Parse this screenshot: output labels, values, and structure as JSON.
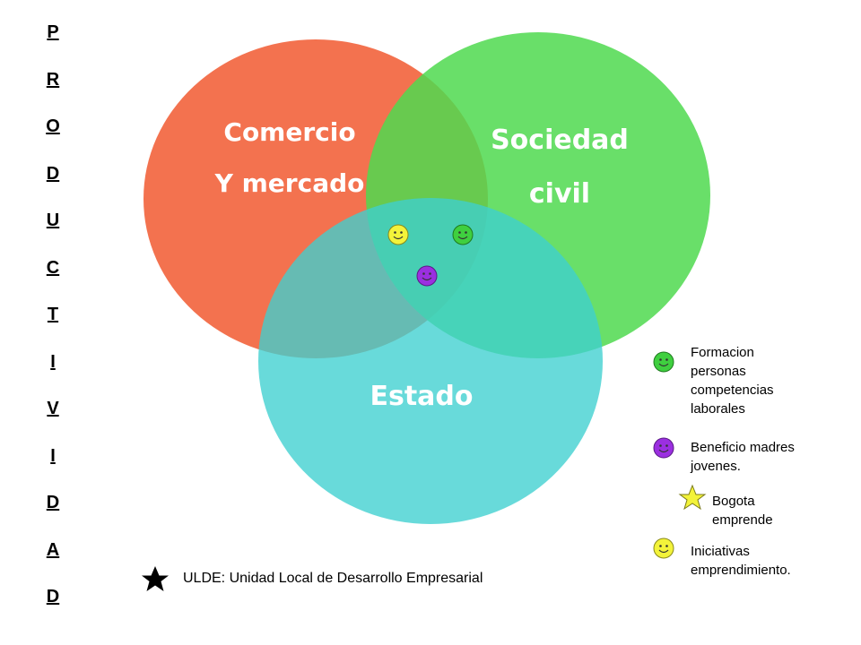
{
  "vertical_title": [
    "P",
    "R",
    "O",
    "D",
    "U",
    "C",
    "T",
    "I",
    "V",
    "I",
    "D",
    "A",
    "D"
  ],
  "circles": {
    "commerce": {
      "line1": "Comercio",
      "line2": "Y mercado",
      "color": "#f26640"
    },
    "society": {
      "line1": "Sociedad",
      "line2": "civil",
      "color": "#4fd94f"
    },
    "state": {
      "label": "Estado",
      "color": "#4fd6d6"
    }
  },
  "legend": [
    {
      "icon": "green-smiley-icon",
      "color": "#3fcf3f",
      "text_lines": [
        "Formacion",
        "personas",
        "competencias",
        "laborales"
      ]
    },
    {
      "icon": "purple-smiley-icon",
      "color": "#9b2fe0",
      "text_lines": [
        "Beneficio madres",
        "jovenes."
      ]
    },
    {
      "icon": "yellow-star-icon",
      "color": "#f3f33a",
      "text_lines": [
        "Bogota",
        "emprende"
      ]
    },
    {
      "icon": "yellow-smiley-icon",
      "color": "#f3f33a",
      "text_lines": [
        "Iniciativas",
        "emprendimiento."
      ]
    }
  ],
  "footnote": {
    "icon": "black-star-icon",
    "text": "ULDE: Unidad Local de Desarrollo Empresarial"
  },
  "center_icons": [
    "yellow-smiley-icon",
    "green-smiley-icon",
    "purple-smiley-icon"
  ]
}
